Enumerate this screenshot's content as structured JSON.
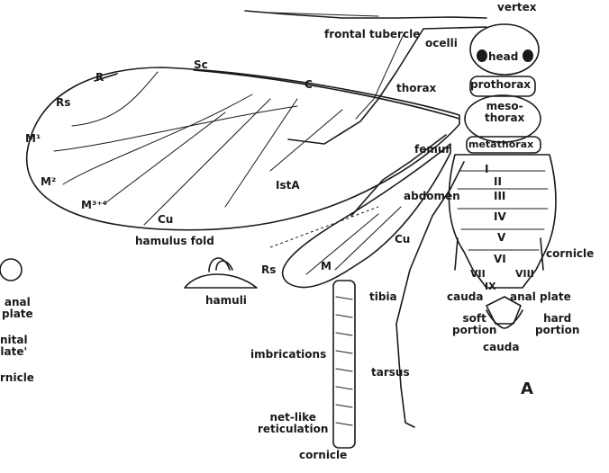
{
  "labels": {
    "vertex": "vertex",
    "frontal_tubercle": "frontal tubercle",
    "ocelli": "ocelli",
    "head": "head",
    "prothorax": "prothorax",
    "mesothorax": "meso-\nthorax",
    "metathorax": "metathorax",
    "thorax": "thorax",
    "Sc": "Sc",
    "C": "C",
    "R": "R",
    "Rs_fore": "Rs",
    "M1": "M¹",
    "M2": "M²",
    "M34": "M³⁺⁴",
    "Cu_fore": "Cu",
    "IstA": "IstA",
    "hamulus_fold": "hamulus fold",
    "hamuli": "hamuli",
    "Rs_hind": "Rs",
    "M_hind": "M",
    "Cu_hind": "Cu",
    "femur": "femur",
    "abdomen": "abdomen",
    "seg_I": "I",
    "seg_II": "II",
    "seg_III": "III",
    "seg_IV": "IV",
    "seg_V": "V",
    "seg_VI": "VI",
    "seg_VII": "VII",
    "seg_VIII": "VIII",
    "seg_IX": "IX",
    "cornicle_right": "cornicle",
    "cauda": "cauda",
    "anal_plate_right": "anal plate",
    "soft_portion": "soft\nportion",
    "hard_portion": "hard\nportion",
    "cauda_lower": "cauda",
    "figure_A": "A",
    "tibia": "tibia",
    "imbrications": "imbrications",
    "tarsus": "tarsus",
    "netlike": "net-like\nreticulation",
    "cornicle_bottom": "cornicle",
    "anal_plate_left": "anal\nplate",
    "genital_plate_left": "nital\nlate'",
    "cornicle_left": "rnicle"
  }
}
